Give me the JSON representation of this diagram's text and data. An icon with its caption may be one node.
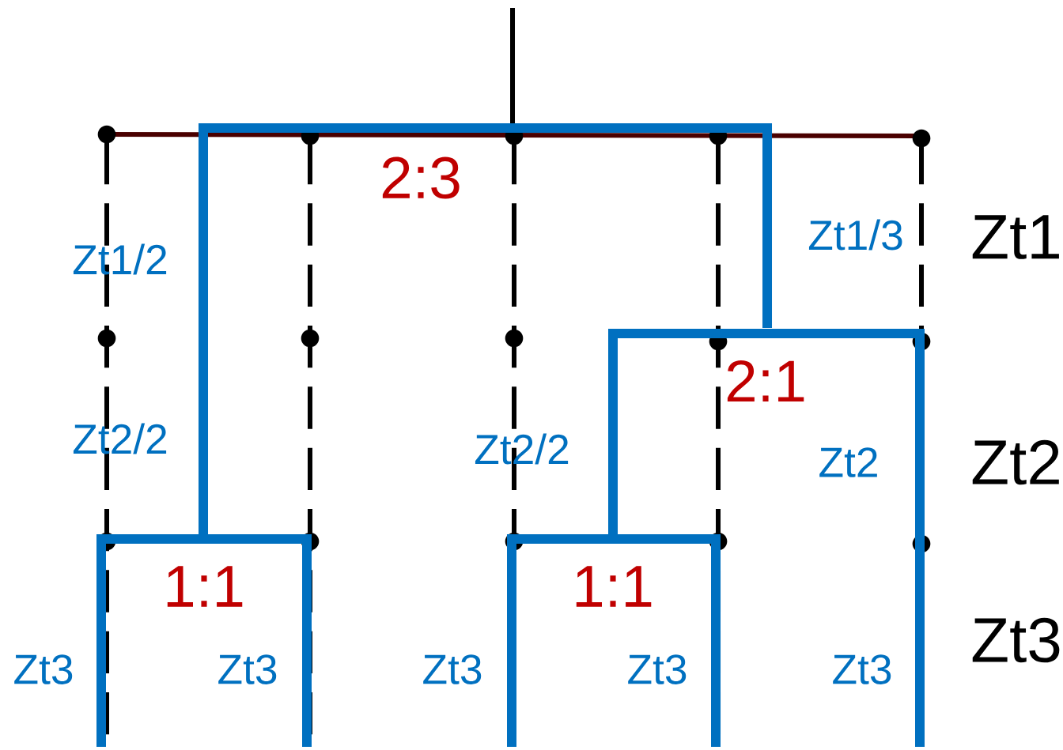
{
  "diagram": {
    "labels": [
      "2:3",
      "Zt1/3",
      "Zt1",
      "Zt1/2",
      "2:1",
      "Zt2/2",
      "Zt2/2",
      "Zt2",
      "Zt2",
      "1:1",
      "1:1",
      "Zt3",
      "Zt3",
      "Zt3",
      "Zt3",
      "Zt3",
      "Zt3"
    ]
  }
}
